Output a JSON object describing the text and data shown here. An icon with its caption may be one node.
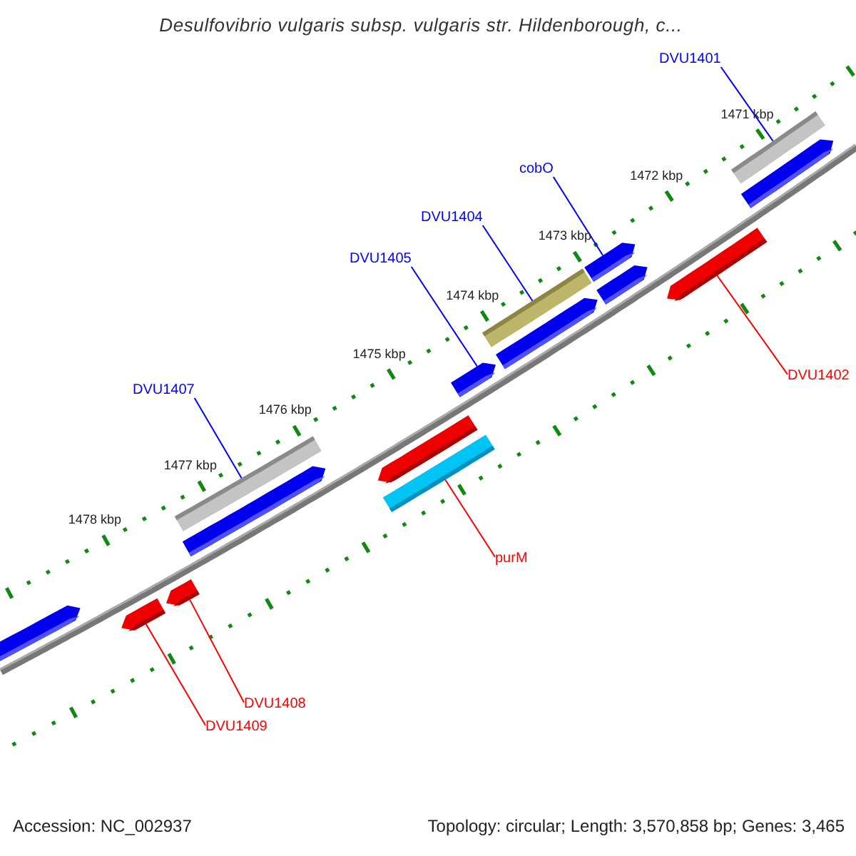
{
  "diagram": {
    "title": "Desulfovibrio vulgaris subsp. vulgaris str. Hildenborough, c...",
    "nodes": [
      {
        "text": [
          "DVU1401"
        ]
      },
      {
        "text": [],
        "shape": "bar"
      },
      {
        "text": [],
        "shape": "bar"
      },
      {
        "text": [
          "cobO"
        ]
      },
      {
        "text": [],
        "shape": "bar"
      },
      {
        "text": [],
        "shape": "bar"
      },
      {
        "text": [],
        "shape": "bar"
      },
      {
        "text": [
          "DVU1404"
        ]
      },
      {
        "text": [],
        "shape": "bar"
      },
      {
        "text": [],
        "shape": "bar"
      },
      {
        "text": [
          "DVU1405"
        ]
      },
      {
        "text": [],
        "shape": "bar"
      },
      {
        "text": [
          "DVU1402"
        ]
      },
      {
        "text": [
          "DVU1407"
        ]
      },
      {
        "text": [],
        "shape": "bar"
      },
      {
        "text": [],
        "shape": "bar"
      },
      {
        "text": [],
        "shape": "bar"
      },
      {
        "text": [],
        "shape": "bar"
      },
      {
        "text": [
          "purM"
        ]
      },
      {
        "text": [],
        "shape": "bar"
      },
      {
        "text": [],
        "shape": "bar"
      },
      {
        "text": [],
        "shape": "bar"
      },
      {
        "text": [
          "DVU1408"
        ]
      },
      {
        "text": [
          "DVU1409"
        ]
      }
    ],
    "edges": [
      {
        "from": 0,
        "to": 1,
        "arrow": "none"
      },
      {
        "from": 3,
        "to": 4,
        "arrow": "none"
      },
      {
        "from": 7,
        "to": 8,
        "arrow": "none"
      },
      {
        "from": 10,
        "to": 11,
        "arrow": "none"
      },
      {
        "from": 13,
        "to": 16,
        "arrow": "none"
      },
      {
        "from": 12,
        "to": 6,
        "arrow": "none",
        "color": "#ff0000"
      },
      {
        "from": 18,
        "to": 15,
        "arrow": "none",
        "color": "#ff0000"
      },
      {
        "from": 22,
        "to": 20,
        "arrow": "none",
        "color": "#ff0000"
      },
      {
        "from": 23,
        "to": 21,
        "arrow": "none",
        "color": "#ff0000"
      }
    ],
    "labels": [
      "1471 kbp",
      "1472 kbp",
      "1473 kbp",
      "1474 kbp",
      "1475 kbp",
      "1476 kbp",
      "1477 kbp",
      "1478 kbp",
      "Accession: NC_002937",
      "Topology: circular; Length: 3,570,858 bp; Genes: 3,465"
    ]
  }
}
